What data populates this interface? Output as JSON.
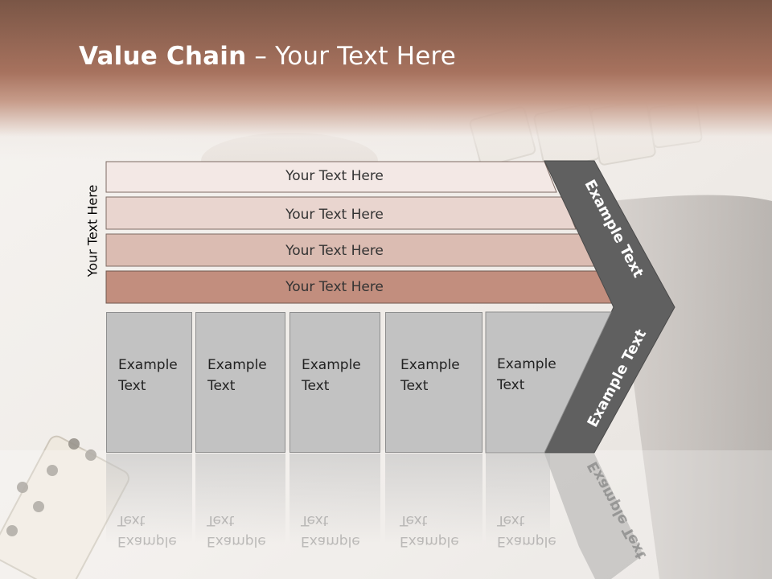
{
  "slide": {
    "title_bold": "Value Chain",
    "title_rest": " – Your Text Here",
    "side_label": "Your Text Here"
  },
  "bars": [
    {
      "label": "Your Text Here"
    },
    {
      "label": "Your Text Here"
    },
    {
      "label": "Your Text Here"
    },
    {
      "label": "Your Text Here"
    }
  ],
  "boxes": [
    {
      "line1": "Example",
      "line2": "Text"
    },
    {
      "line1": "Example",
      "line2": "Text"
    },
    {
      "line1": "Example",
      "line2": "Text"
    },
    {
      "line1": "Example",
      "line2": "Text"
    },
    {
      "line1": "Example",
      "line2": "Text"
    }
  ],
  "chevron": {
    "upper_label": "Example Text",
    "lower_label": "Example Text"
  },
  "colors": {
    "header": "#a7725e",
    "bar1": "#f3e8e5",
    "bar2": "#e9d5cf",
    "bar3": "#dbbcb2",
    "bar4": "#c28e7e",
    "box": "#c2c2c2",
    "chevron": "#606060"
  }
}
